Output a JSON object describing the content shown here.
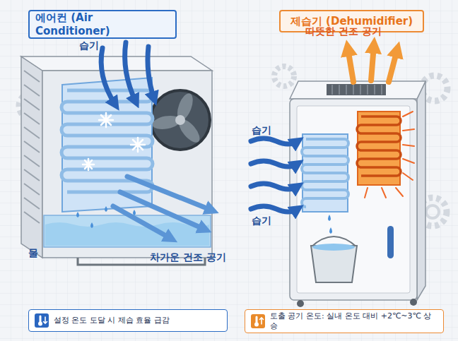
{
  "diagram": {
    "nodes": [
      {
        "text": [
          "에어컨 (Air Conditioner)"
        ]
      },
      {
        "text": [
          "제습기 (Dehumidifier)"
        ]
      },
      {
        "text": [
          "설정 온도 도달 시 제습 효율 급감"
        ]
      },
      {
        "text": [
          "토출 공기 온도: 실내 온도 대비 +2℃~3℃ 상승"
        ]
      }
    ],
    "labels": [
      "습기",
      "물",
      "차가운 건조 공기",
      "따뜻한 건조 공기",
      "습기",
      "습기"
    ]
  }
}
